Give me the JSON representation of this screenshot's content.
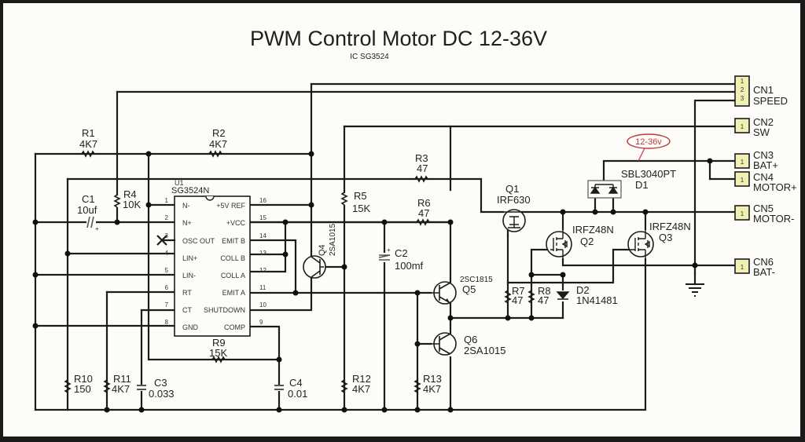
{
  "title": "PWM Control Motor DC 12-36V",
  "subtitle": "IC SG3524",
  "ic": {
    "ref": "U1",
    "part": "SG3524N",
    "left_pins": [
      {
        "num": "1",
        "name": "N-"
      },
      {
        "num": "2",
        "name": "N+"
      },
      {
        "num": "3",
        "name": "OSC OUT"
      },
      {
        "num": "4",
        "name": "LIN+"
      },
      {
        "num": "5",
        "name": "LIN-"
      },
      {
        "num": "6",
        "name": "RT"
      },
      {
        "num": "7",
        "name": "CT"
      },
      {
        "num": "8",
        "name": "GND"
      }
    ],
    "right_pins": [
      {
        "num": "16",
        "name": "+5V REF"
      },
      {
        "num": "15",
        "name": "+VCC"
      },
      {
        "num": "14",
        "name": "EMIT B"
      },
      {
        "num": "13",
        "name": "COLL B"
      },
      {
        "num": "12",
        "name": "COLL A"
      },
      {
        "num": "11",
        "name": "EMIT A"
      },
      {
        "num": "10",
        "name": "SHUTDOWN"
      },
      {
        "num": "9",
        "name": "COMP"
      }
    ]
  },
  "resistors": [
    {
      "ref": "R1",
      "value": "4K7"
    },
    {
      "ref": "R2",
      "value": "4K7"
    },
    {
      "ref": "R3",
      "value": "47"
    },
    {
      "ref": "R4",
      "value": "10K"
    },
    {
      "ref": "R5",
      "value": "15K"
    },
    {
      "ref": "R6",
      "value": "47"
    },
    {
      "ref": "R7",
      "value": "47"
    },
    {
      "ref": "R8",
      "value": "47"
    },
    {
      "ref": "R9",
      "value": "15K"
    },
    {
      "ref": "R10",
      "value": "150"
    },
    {
      "ref": "R11",
      "value": "4K7"
    },
    {
      "ref": "R12",
      "value": "4K7"
    },
    {
      "ref": "R13",
      "value": "4K7"
    }
  ],
  "capacitors": [
    {
      "ref": "C1",
      "value": "10uf"
    },
    {
      "ref": "C2",
      "value": "100mf"
    },
    {
      "ref": "C3",
      "value": "0.033"
    },
    {
      "ref": "C4",
      "value": "0.01"
    }
  ],
  "transistors": [
    {
      "ref": "Q1",
      "part": "IRF630"
    },
    {
      "ref": "Q2",
      "part": "IRFZ48N"
    },
    {
      "ref": "Q3",
      "part": "IRFZ48N"
    },
    {
      "ref": "Q4",
      "part": "2SA1015"
    },
    {
      "ref": "Q5",
      "part": "2SC1815"
    },
    {
      "ref": "Q6",
      "part": "2SA1015"
    }
  ],
  "diodes": [
    {
      "ref": "D1",
      "part": "SBL3040PT"
    },
    {
      "ref": "D2",
      "part": "1N41481"
    }
  ],
  "voltage_note": "12-36v",
  "connectors": [
    {
      "ref": "CN1",
      "name": "SPEED",
      "pins": [
        "1",
        "2",
        "3"
      ]
    },
    {
      "ref": "CN2",
      "name": "SW",
      "pins": [
        "1"
      ]
    },
    {
      "ref": "CN3",
      "name": "BAT+",
      "pins": [
        "1"
      ]
    },
    {
      "ref": "CN4",
      "name": "MOTOR+",
      "pins": [
        "1"
      ]
    },
    {
      "ref": "CN5",
      "name": "MOTOR-",
      "pins": [
        "1"
      ]
    },
    {
      "ref": "CN6",
      "name": "BAT-",
      "pins": [
        "1"
      ]
    }
  ],
  "colors": {
    "wire": "#1c1c1c",
    "background": "#fdfcf8",
    "connector_fill": "#f2efb4",
    "annotation_red": "#c0393b"
  }
}
